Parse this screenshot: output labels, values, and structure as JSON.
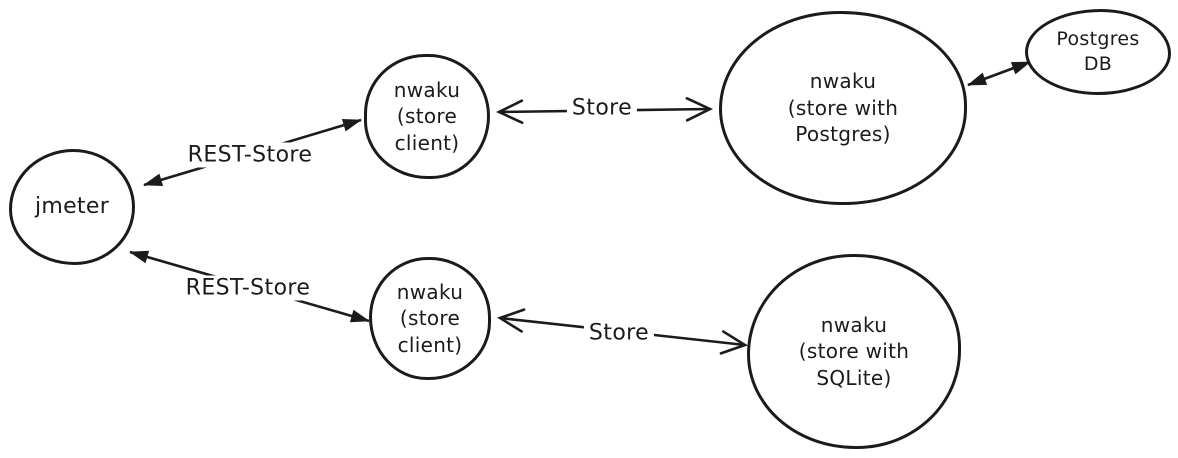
{
  "diagram": {
    "background": "#ffffff",
    "ink_color": "#1b1b1b",
    "style": "hand-drawn sketch"
  },
  "nodes": [
    {
      "id": "jmeter",
      "label": "jmeter",
      "shape": "circle"
    },
    {
      "id": "nwaku-store-client-top",
      "label": "nwaku\n(store\nclient)",
      "shape": "circle"
    },
    {
      "id": "nwaku-store-postgres",
      "label": "nwaku\n(store with\nPostgres)",
      "shape": "ellipse"
    },
    {
      "id": "postgres-db",
      "label": "Postgres\nDB",
      "shape": "ellipse"
    },
    {
      "id": "nwaku-store-client-bottom",
      "label": "nwaku\n(store\nclient)",
      "shape": "circle"
    },
    {
      "id": "nwaku-store-sqlite",
      "label": "nwaku\n(store with\nSQLite)",
      "shape": "circle"
    }
  ],
  "edges": [
    {
      "id": "rest-store-top",
      "label": "REST-Store",
      "from": "jmeter",
      "to": "nwaku-store-client-top",
      "arrowheads": "filled-both-ends"
    },
    {
      "id": "store-top",
      "label": "Store",
      "from": "nwaku-store-client-top",
      "to": "nwaku-store-postgres",
      "arrowheads": "open-both-ends"
    },
    {
      "id": "postgres-db-link",
      "label": "",
      "from": "nwaku-store-postgres",
      "to": "postgres-db",
      "arrowheads": "filled-both-ends"
    },
    {
      "id": "rest-store-bottom",
      "label": "REST-Store",
      "from": "jmeter",
      "to": "nwaku-store-client-bottom",
      "arrowheads": "filled-both-ends"
    },
    {
      "id": "store-bottom",
      "label": "Store",
      "from": "nwaku-store-client-bottom",
      "to": "nwaku-store-sqlite",
      "arrowheads": "open-both-ends"
    }
  ]
}
